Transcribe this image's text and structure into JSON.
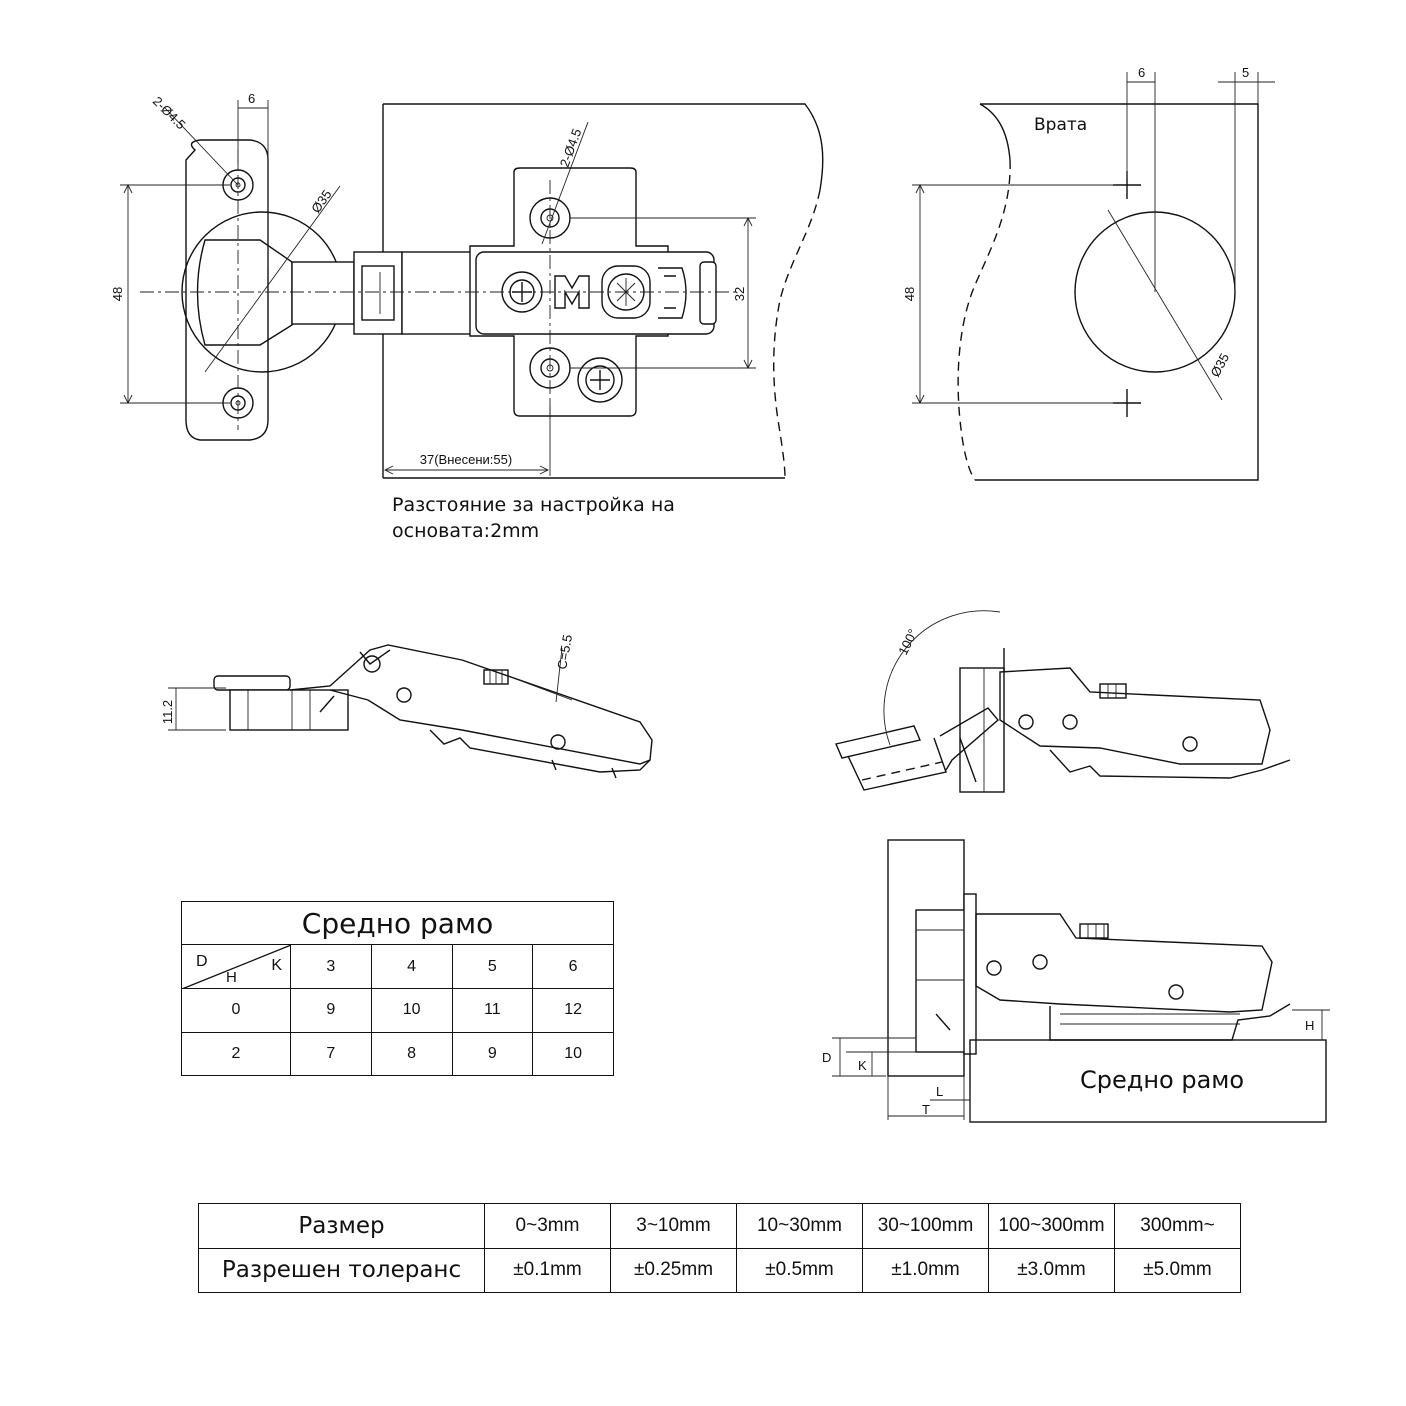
{
  "top_view": {
    "dim_holes_left": "2-Ø4.5",
    "dim_offset_6": "6",
    "dim_cup": "Ø35",
    "dim_height_48": "48",
    "dim_holes_plate": "2-Ø4.5",
    "dim_32": "32",
    "dim_base": "37(Внесени:55)"
  },
  "note": {
    "line1": "Разстояние за настройка на",
    "line2": "основата:2mm"
  },
  "door_view": {
    "label": "Врата",
    "dim_6": "6",
    "dim_5": "5",
    "dim_48": "48",
    "dim_cup": "Ø35"
  },
  "side_view": {
    "dim_height": "11.2",
    "dim_c": "C=5.5"
  },
  "open_view": {
    "angle": "100°"
  },
  "mount_view": {
    "label": "Средно рамо",
    "dim_D": "D",
    "dim_K": "K",
    "dim_H": "H",
    "dim_L": "L",
    "dim_T": "T"
  },
  "arm_table": {
    "title": "Средно рамо",
    "corner": {
      "d": "D",
      "h": "H",
      "k": "K"
    },
    "k_values": [
      "3",
      "4",
      "5",
      "6"
    ],
    "rows": [
      {
        "d": "0",
        "values": [
          "9",
          "10",
          "11",
          "12"
        ]
      },
      {
        "d": "2",
        "values": [
          "7",
          "8",
          "9",
          "10"
        ]
      }
    ]
  },
  "tolerance_table": {
    "size_label": "Размер",
    "tol_label": "Разрешен толеранс",
    "sizes": [
      "0~3mm",
      "3~10mm",
      "10~30mm",
      "30~100mm",
      "100~300mm",
      "300mm~"
    ],
    "tolerances": [
      "±0.1mm",
      "±0.25mm",
      "±0.5mm",
      "±1.0mm",
      "±3.0mm",
      "±5.0mm"
    ]
  }
}
